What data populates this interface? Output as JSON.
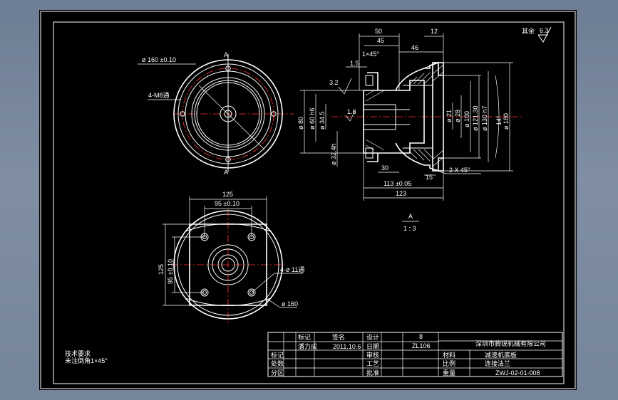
{
  "colors": {
    "background": "#000000",
    "lines": "#ffffff",
    "centerlines": "#ff3030",
    "desktop": "#7386a0"
  },
  "roughness": "6.3",
  "roughness_note": "其余",
  "front_view": {
    "diameter_label": "ø 160 ±0.10",
    "holes_label": "4-M8通",
    "section_mark_top": "A",
    "section_mark_bottom": "A"
  },
  "bottom_view": {
    "width_outer": "125",
    "width_inner": "95 ±0.10",
    "height_outer": "125",
    "height_inner": "95 ±0.10",
    "holes_label": "4-ø 11通",
    "diameter_label": "ø 160"
  },
  "section_view": {
    "dim_50": "50",
    "dim_45": "45",
    "dim_12": "12",
    "dim_chamfer": "1×45°",
    "dim_46": "46",
    "dim_1_5": "1.5",
    "dim_3_2": "3.2",
    "dim_1_6": "1.6",
    "d80": "ø 80",
    "d60": "ø 60 h6",
    "d34": "ø 34.5",
    "d32": "ø 32.4h",
    "d21": "ø 21",
    "d28": "ø 28",
    "d100": "ø 100",
    "d121": "ø 121.30",
    "d130": "ø 130 h7",
    "d14": "14°",
    "d180": "ø 180",
    "dim_30": "30",
    "dim_15": "15",
    "dim_chamfer2": "2 X 45°",
    "dim_113": "113 ±0.05",
    "dim_123": "123",
    "view_label": "A",
    "scale_label": "1 : 3"
  },
  "tech_notes": [
    "技术要求",
    "未注倒角1×45°"
  ],
  "title_block": {
    "company": "深圳市腾锐机械有限公司",
    "quantity": "8",
    "material": "ZL106",
    "date": "2011.10.6",
    "designer": "潘力成",
    "role_design": "设计",
    "role_check": "审核",
    "role_process": "工艺",
    "role_approve": "批准",
    "col_mark": "标记",
    "col_sign": "签名",
    "col_date": "日期",
    "part_name": "减速机底板",
    "part_type": "连接法兰",
    "drawing_no": "ZWJ-02-01-008",
    "rows_left": [
      "标记",
      "处数",
      "分区"
    ],
    "label_a": "材料",
    "label_b": "比例",
    "label_c": "重量"
  }
}
